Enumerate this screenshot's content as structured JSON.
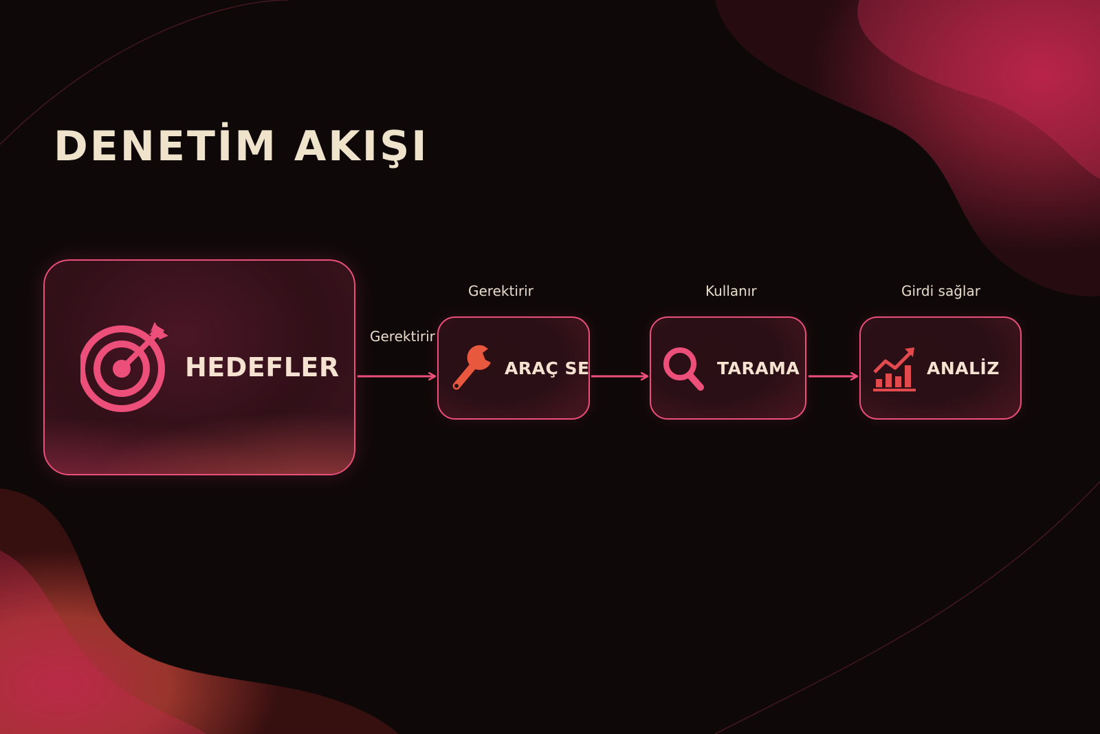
{
  "title": "DENETİM AKIŞI",
  "nodes": {
    "hedefler": {
      "label": "HEDEFLER",
      "icon": "target-icon"
    },
    "arac_seti": {
      "label": "ARAÇ SETİ",
      "icon": "wrench-icon"
    },
    "tarama": {
      "label": "TARAMA",
      "icon": "search-icon"
    },
    "analiz": {
      "label": "ANALİZ",
      "icon": "chart-growth-icon"
    }
  },
  "edges": {
    "hedefler_to_arac": "Gerektirir",
    "arac_upper": "Gerektirir",
    "arac_to_tarama": "Kullanır",
    "tarama_to_analiz": "Girdi sağlar"
  },
  "colors": {
    "accent": "#ec4f7a",
    "accent_orange": "#e86a4a",
    "background": "#0f0809",
    "text": "#efe3cc"
  }
}
